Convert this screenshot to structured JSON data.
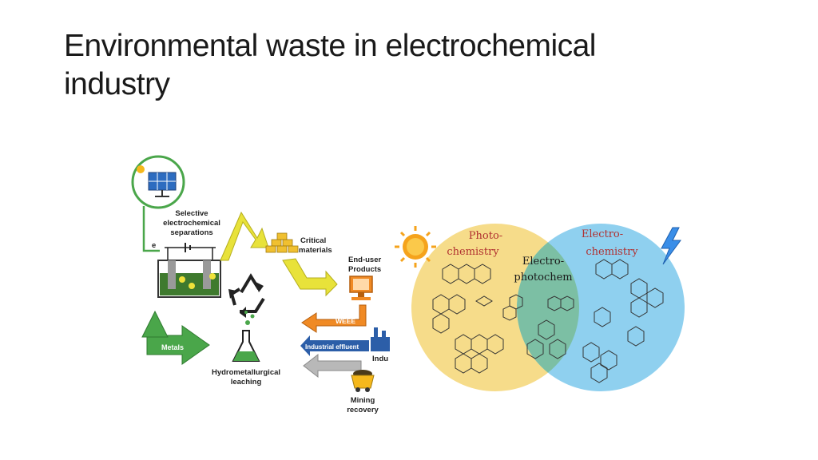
{
  "slide": {
    "title_line1": "Environmental waste in electrochemical",
    "title_line2": "industry"
  },
  "left_diagram": {
    "labels": {
      "selective_line1": "Selective",
      "selective_line2": "electrochemical",
      "selective_line3": "separations",
      "electron": "e",
      "critical_line1": "Critical",
      "critical_line2": "materials",
      "enduser_line1": "End-user",
      "enduser_line2": "Products",
      "weee": "WEEE",
      "industrial_effluent": "Industrial effluent",
      "indu": "Indu",
      "metals": "Metals",
      "hydro_line1": "Hydrometallurgical",
      "hydro_line2": "leaching",
      "mining_line1": "Mining",
      "mining_line2": "recovery"
    },
    "icons": [
      "solar-panel-icon",
      "electrochemical-cell-icon",
      "recycle-icon",
      "gold-bars-icon",
      "computer-icon",
      "flask-icon",
      "factory-icon",
      "mine-cart-icon"
    ],
    "colors": {
      "green": "#4aa64a",
      "yellow": "#e8e23a",
      "orange": "#f08a24",
      "blue": "#3a6fb0",
      "gray": "#b8b8b8"
    }
  },
  "right_diagram": {
    "labels": {
      "photo_line1": "Photo-",
      "photo_line2": "chemistry",
      "electro_line1": "Electro-",
      "electro_line2": "chemistry",
      "overlap_line1": "Electro-",
      "overlap_line2": "photochem"
    },
    "icons": [
      "sun-icon",
      "lightning-icon"
    ],
    "colors": {
      "photo": "#f6dc8a",
      "electro": "#8fd0ef",
      "overlap": "#7cbfa4",
      "text": "#b03030"
    }
  }
}
